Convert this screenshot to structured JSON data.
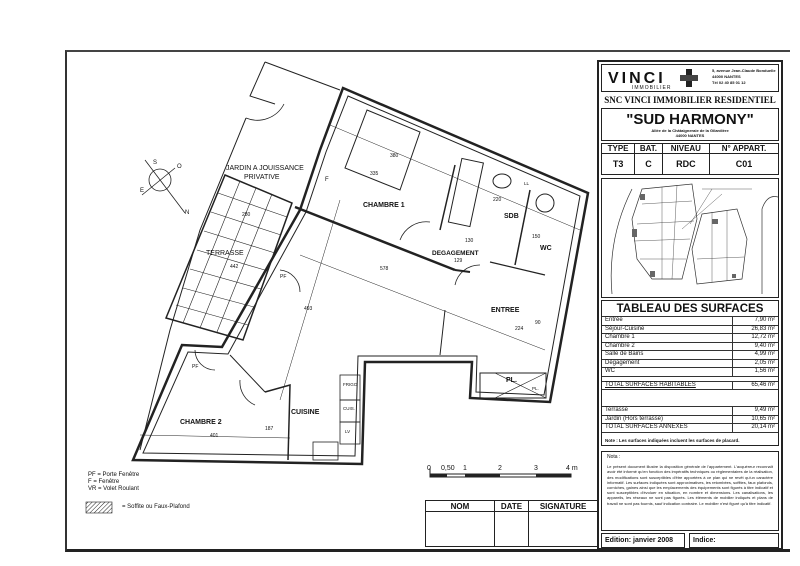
{
  "plan": {
    "rooms": {
      "jardin_line1": "JARDIN A JOUISSANCE",
      "jardin_line2": "PRIVATIVE",
      "terrasse": "TERRASSE",
      "chambre1": "CHAMBRE 1",
      "sdb": "SDB",
      "wc": "WC",
      "degagement": "DEGAGEMENT",
      "entree": "ENTREE",
      "cuisine": "CUISINE",
      "chambre2": "CHAMBRE 2",
      "placard": "PL.",
      "placard_small": "PL.",
      "frigo": "FRIGO",
      "cuis": "CUIS.",
      "lv": "LV",
      "ll": "LL",
      "f": "F",
      "pf1": "PF",
      "pf2": "PF"
    },
    "dimensions": {
      "d380": "380",
      "d335": "335",
      "d280": "280",
      "d442": "442",
      "d220": "220",
      "d578": "578",
      "d493": "493",
      "d224": "224",
      "d401": "401",
      "d187": "187",
      "d129": "129",
      "d130": "130",
      "d150": "150",
      "d90": "90"
    },
    "compass": {
      "s": "S",
      "e": "E",
      "o": "O",
      "n": "N"
    }
  },
  "legend": {
    "pf": "PF = Porte Fenêtre",
    "f": "F  = Fenêtre",
    "vr": "VR = Volet Roulant",
    "soffite": "= Soffite ou Faux-Plafond"
  },
  "scale": {
    "ticks": [
      "0",
      "0,50",
      "1",
      "2",
      "3",
      "4 m"
    ]
  },
  "signature_table": {
    "headers": [
      "NOM",
      "DATE",
      "SIGNATURE"
    ]
  },
  "title_block": {
    "brand": "VINCI",
    "brand_sub": "IMMOBILIER",
    "brand_color": "#111111",
    "address": [
      "5, avenue Jean-Claude Bonduelle",
      "44000 NANTES",
      "Tél 02 40 85 01 12"
    ],
    "company": "SNC VINCI IMMOBILIER RESIDENTIEL",
    "programme": "\"SUD HARMONY\"",
    "programme_address": [
      "Allée de la Châtaigneraie de la Gilardière",
      "44000 NANTES"
    ],
    "type_table": {
      "headers": [
        "TYPE",
        "BAT.",
        "NIVEAU",
        "N° APPART."
      ],
      "values": [
        "T3",
        "C",
        "RDC",
        "C01"
      ]
    },
    "surfaces": {
      "title": "TABLEAU DES SURFACES",
      "rooms": [
        {
          "label": "Entrée",
          "value": "7,90 m²"
        },
        {
          "label": "Séjour-Cuisine",
          "value": "26,83 m²"
        },
        {
          "label": "Chambre 1",
          "value": "12,72 m²"
        },
        {
          "label": "Chambre 2",
          "value": "9,40 m²"
        },
        {
          "label": "Salle de Bains",
          "value": "4,99 m²"
        },
        {
          "label": "Dégagement",
          "value": "2,05 m²"
        },
        {
          "label": "WC",
          "value": "1,56 m²"
        }
      ],
      "total_habitables": {
        "label": "TOTAL SURFACES HABITABLES",
        "value": "65,46 m²"
      },
      "annexes": [
        {
          "label": "Terrasse",
          "value": "9,49 m²"
        },
        {
          "label": "Jardin (Hors terrasse)",
          "value": "10,65 m²"
        }
      ],
      "total_annexes": {
        "label": "TOTAL SURFACES ANNEXES",
        "value": "20,14 m²"
      },
      "note": "Note : Les surfaces indiquées incluent les surfaces de placard."
    },
    "note_title": "Nota :",
    "note_text": "Le présent document illustre la disposition générale de l'appartement. L'acquéreur reconnaît avoir été informé qu'en fonction des impératifs techniques ou réglementaires de la réalisation, des modifications sont susceptibles d'être apportées à ce plan qui ne revêt qu'un caractère informatif. Les surfaces indiquées sont approximatives, les retombées, soffites, faux plafonds, corniches, gaines ainsi que les emplacements des équipements sont figurés à titre indicatif et sont susceptibles d'évoluer en situation, en nombre et dimensions. Les canalisations, les appareils, les réseaux ne sont pas figurés. Les éléments de mobilier indiqués et plans de travail ne sont pas fournis, sauf indication contraire. Le mobilier n'est figuré qu'à titre indicatif.",
    "edition": "Edition: janvier 2008",
    "indice": "Indice:"
  }
}
